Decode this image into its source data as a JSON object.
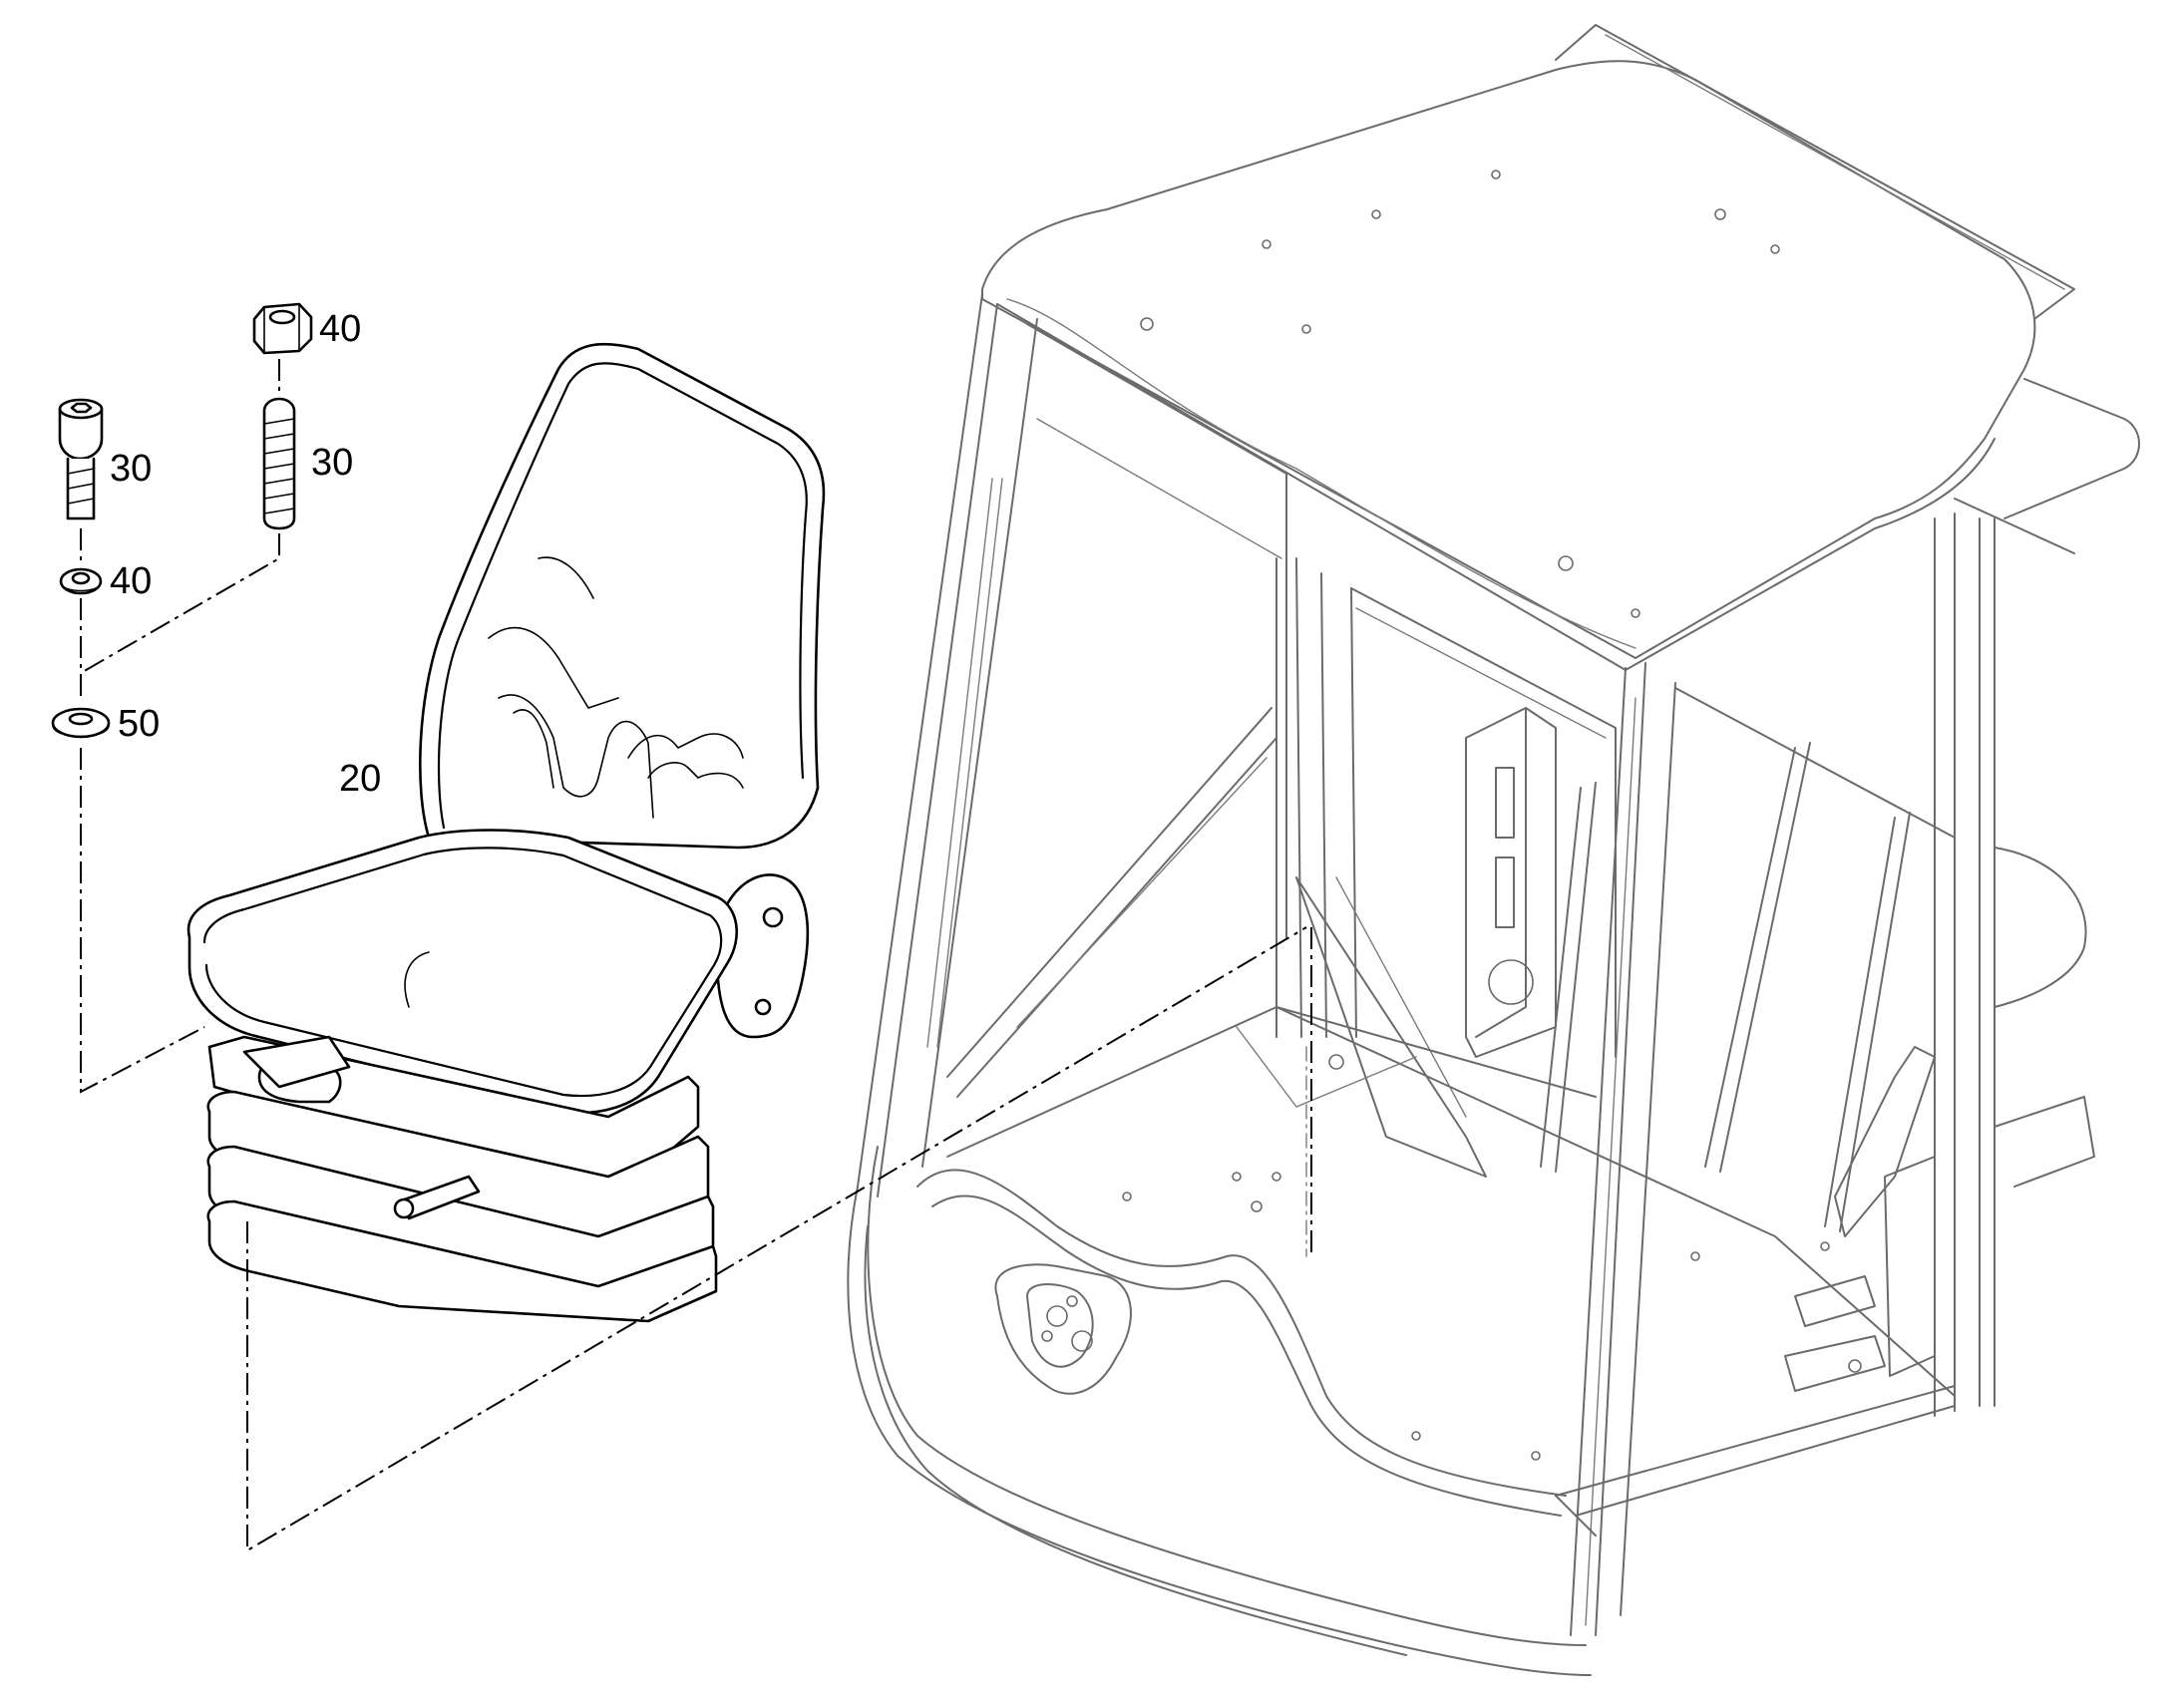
{
  "callouts": {
    "seat": "20",
    "bolt": "30",
    "stud": "30",
    "nut": "40",
    "washer_small": "40",
    "washer_large": "50"
  },
  "colors": {
    "part_line": "#000000",
    "cab_line": "#6b6b6b",
    "background": "#ffffff"
  }
}
